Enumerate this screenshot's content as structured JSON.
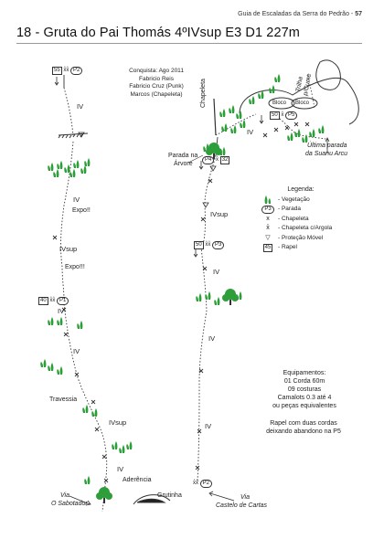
{
  "header": {
    "guide": "Guia de Escaladas da Serra do Pedrão - ",
    "page": "57"
  },
  "title": "18 - Gruta do Pai Thomás 4ºIVsup E3 D1 227m",
  "credits": {
    "heading": "Conquista: Ago 2011",
    "names": [
      "Fabricio Reis",
      "Fabricio Cruz (Punk)",
      "Marcos (Chapeleta)"
    ]
  },
  "left_route": {
    "rapel_top": "55",
    "parada_top": "P2",
    "grades": [
      "IV",
      "IV",
      "IVsup",
      "IV",
      "IV",
      "IVsup",
      "IV"
    ],
    "expo1": "Expo!!",
    "expo2": "Expo!!!",
    "rapel_mid": "40",
    "parada_mid": "P1",
    "travessia": "Travessia",
    "aderencia": "Aderência",
    "grutinha": "Grutinha",
    "via_label": "Via",
    "via_name": "O Sabotador"
  },
  "right_route": {
    "chapeleta": "Chapeleta",
    "trilha": "Trilha",
    "trilha_sub": "p/Cume",
    "bloco1": "Bloco",
    "bloco2": "Bloco",
    "rapel_top": "50",
    "parada_top": "P5",
    "ultima_parada_1": "Última parada",
    "ultima_parada_2": "da Suanu Arcu",
    "parada_arvore_1": "Parada na",
    "parada_arvore_2": "Árvore",
    "p4": "P4",
    "rapel_32": "32",
    "grades": [
      "IV",
      "IVsup",
      "IV",
      "IV",
      "IV"
    ],
    "rapel_mid": "50",
    "parada_mid": "P3",
    "parada_bottom": "P2",
    "via_label": "Via",
    "via_name": "Castelo de Cartas"
  },
  "legend": {
    "title": "Legenda:",
    "items": [
      {
        "label": "- Vegetação"
      },
      {
        "sym": "P3",
        "label": "- Parada"
      },
      {
        "sym": "x",
        "label": "- Chapeleta"
      },
      {
        "sym": "x̊",
        "label": "- Chapeleta c/Argola"
      },
      {
        "sym": "▽",
        "label": "- Proteção Móvel"
      },
      {
        "sym": "45",
        "label": "- Rapel"
      }
    ]
  },
  "equipment": {
    "title": "Equipamentos:",
    "lines": [
      "01 Corda 60m",
      "09 costuras",
      "Camalots 0.3  até 4",
      "ou peças equivalentes"
    ]
  },
  "rapel_note": [
    "Rapel com duas cordas",
    "deixando abandono na P5"
  ],
  "colors": {
    "vegetation": "#2e9e3a",
    "line": "#333333"
  }
}
